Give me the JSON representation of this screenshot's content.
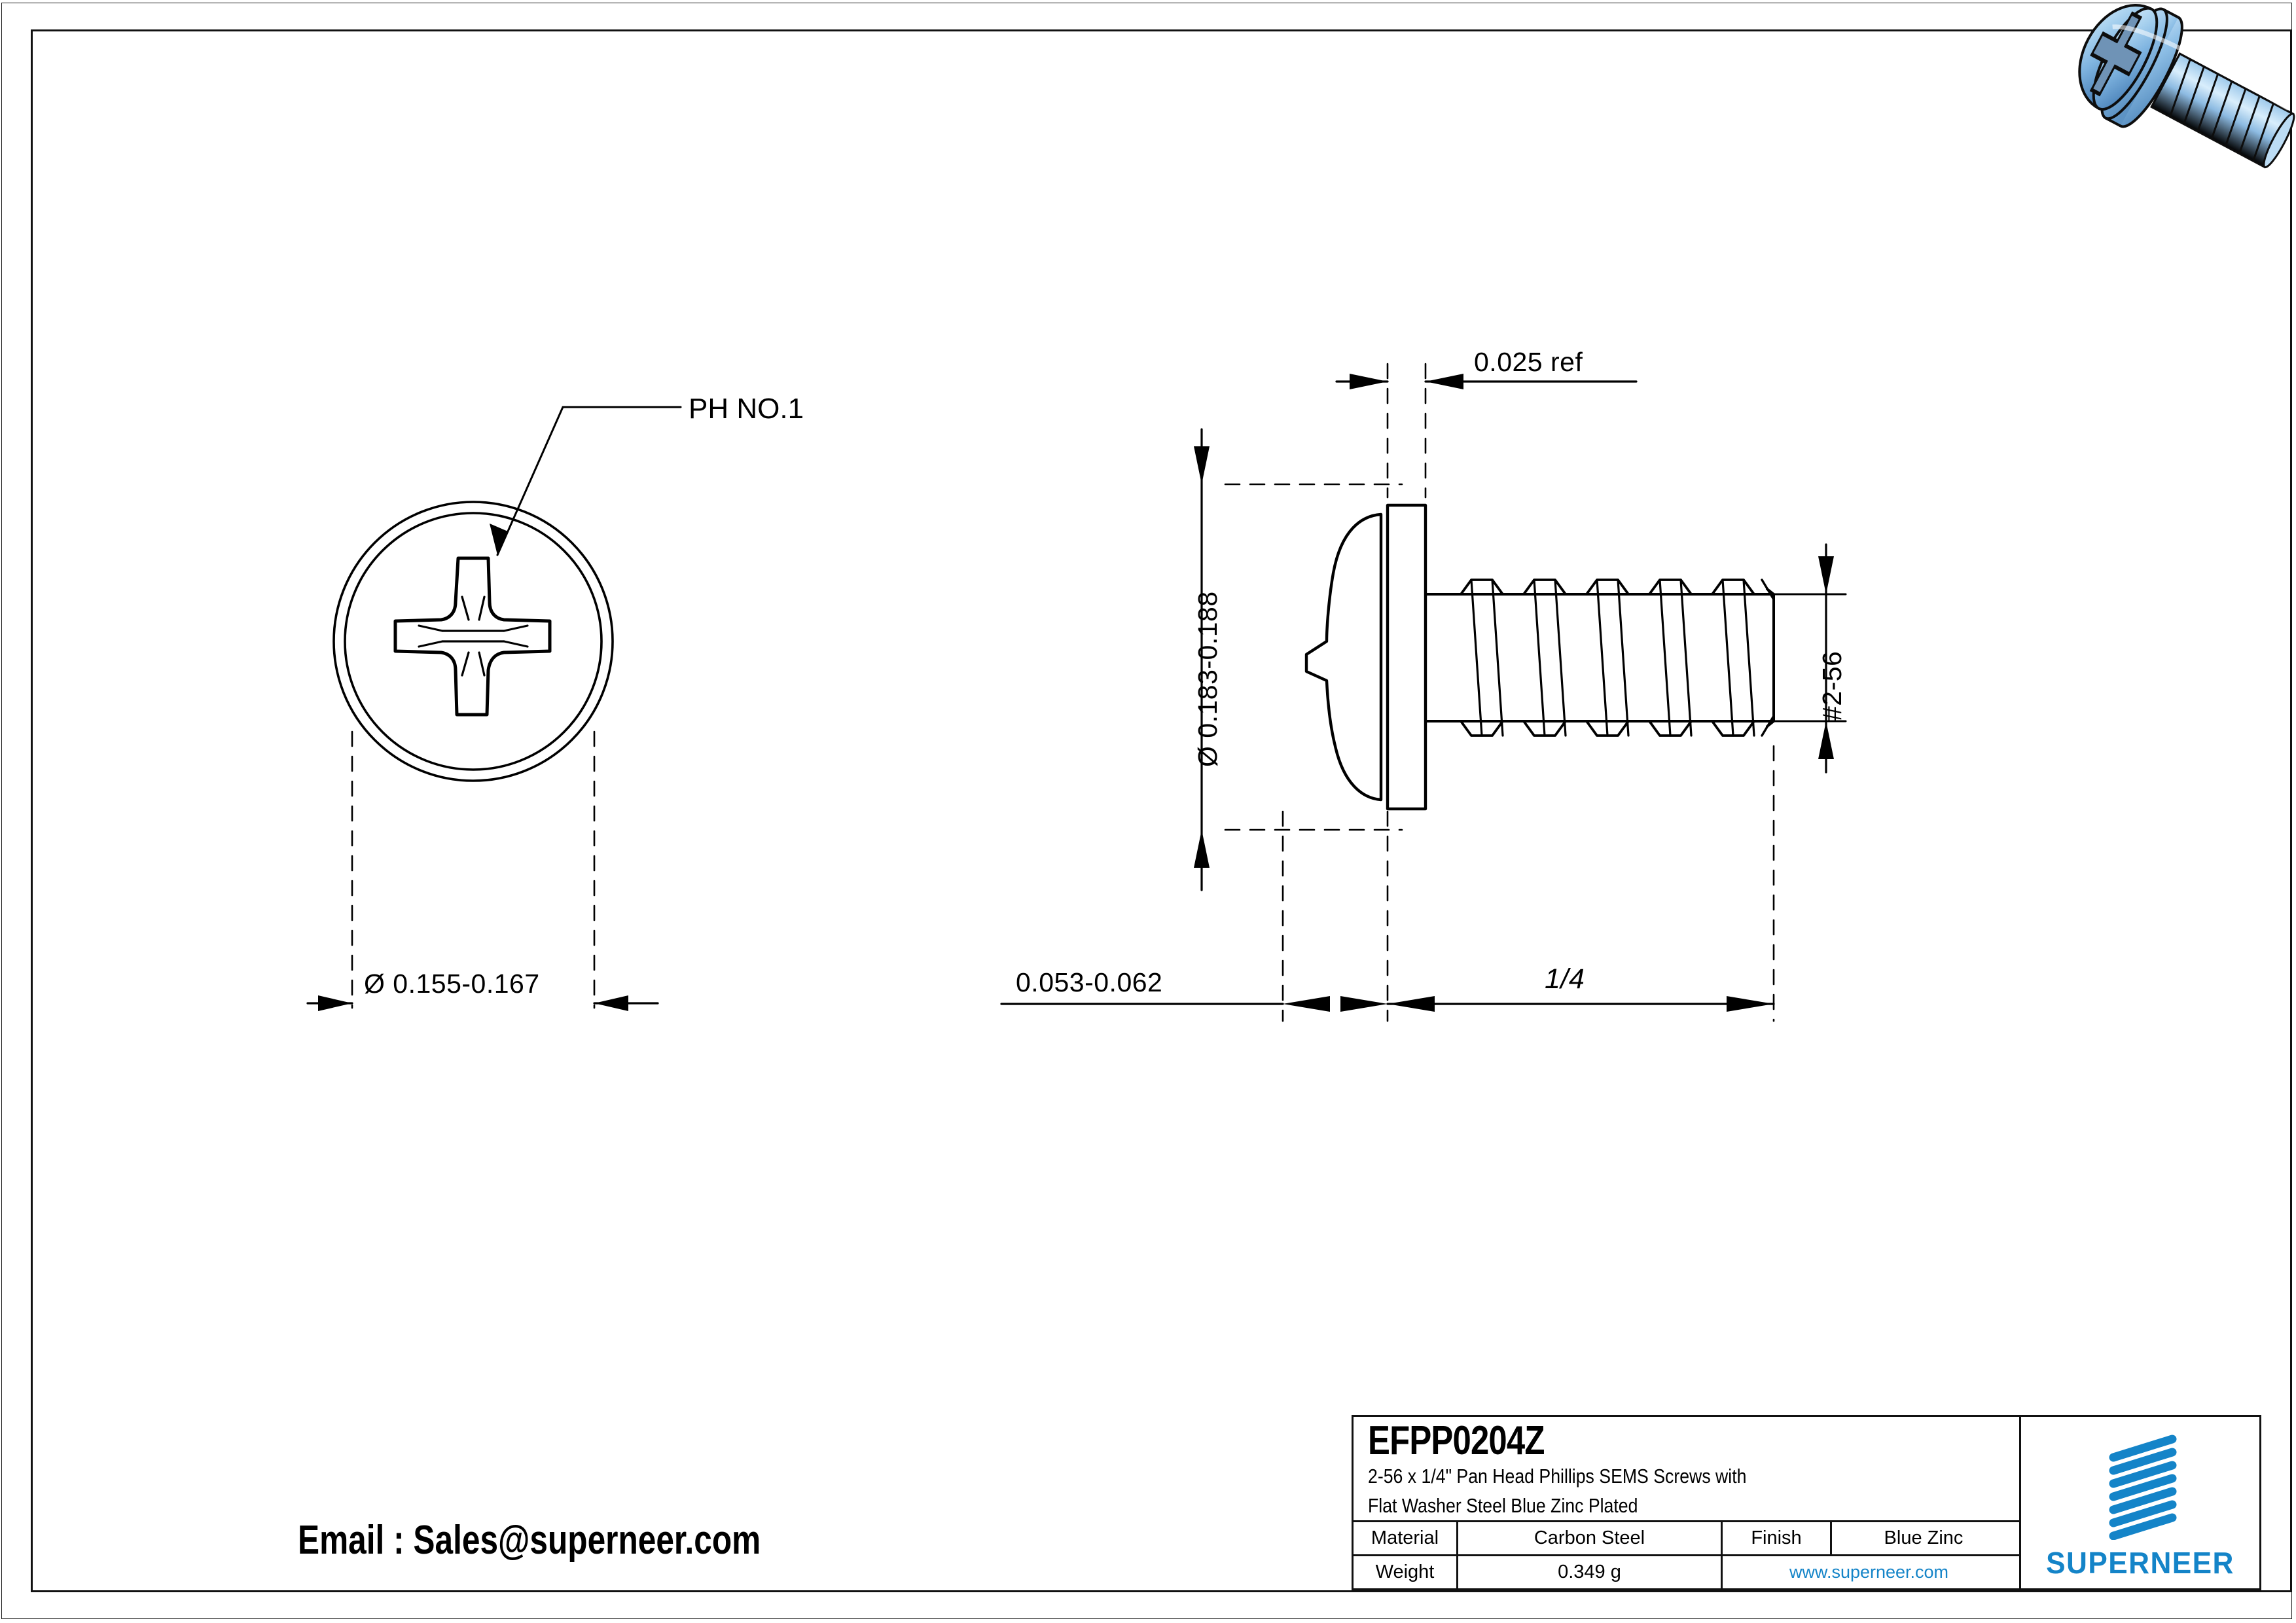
{
  "drawing": {
    "part_number": "EFPP0204Z",
    "description_line1": "2-56 x 1/4\" Pan Head Phillips SEMS Screws with",
    "description_line2": "Flat Washer Steel Blue Zinc Plated",
    "email_text": "Email : Sales@superneer.com"
  },
  "title_block": {
    "material_label": "Material",
    "material_value": "Carbon Steel",
    "finish_label": "Finish",
    "finish_value": "Blue Zinc",
    "weight_label": "Weight",
    "weight_value": "0.349 g",
    "website": "www.superneer.com",
    "brand": "SUPERNEER",
    "brand_color": "#1484c8"
  },
  "front_view": {
    "recess_callout": "PH NO.1",
    "head_diameter": "Ø 0.155-0.167"
  },
  "side_view": {
    "washer_thickness": "0.025 ref",
    "washer_diameter": "Ø 0.183-0.188",
    "thread_spec": "#2-56",
    "head_height": "0.053-0.062",
    "length": "1/4"
  }
}
